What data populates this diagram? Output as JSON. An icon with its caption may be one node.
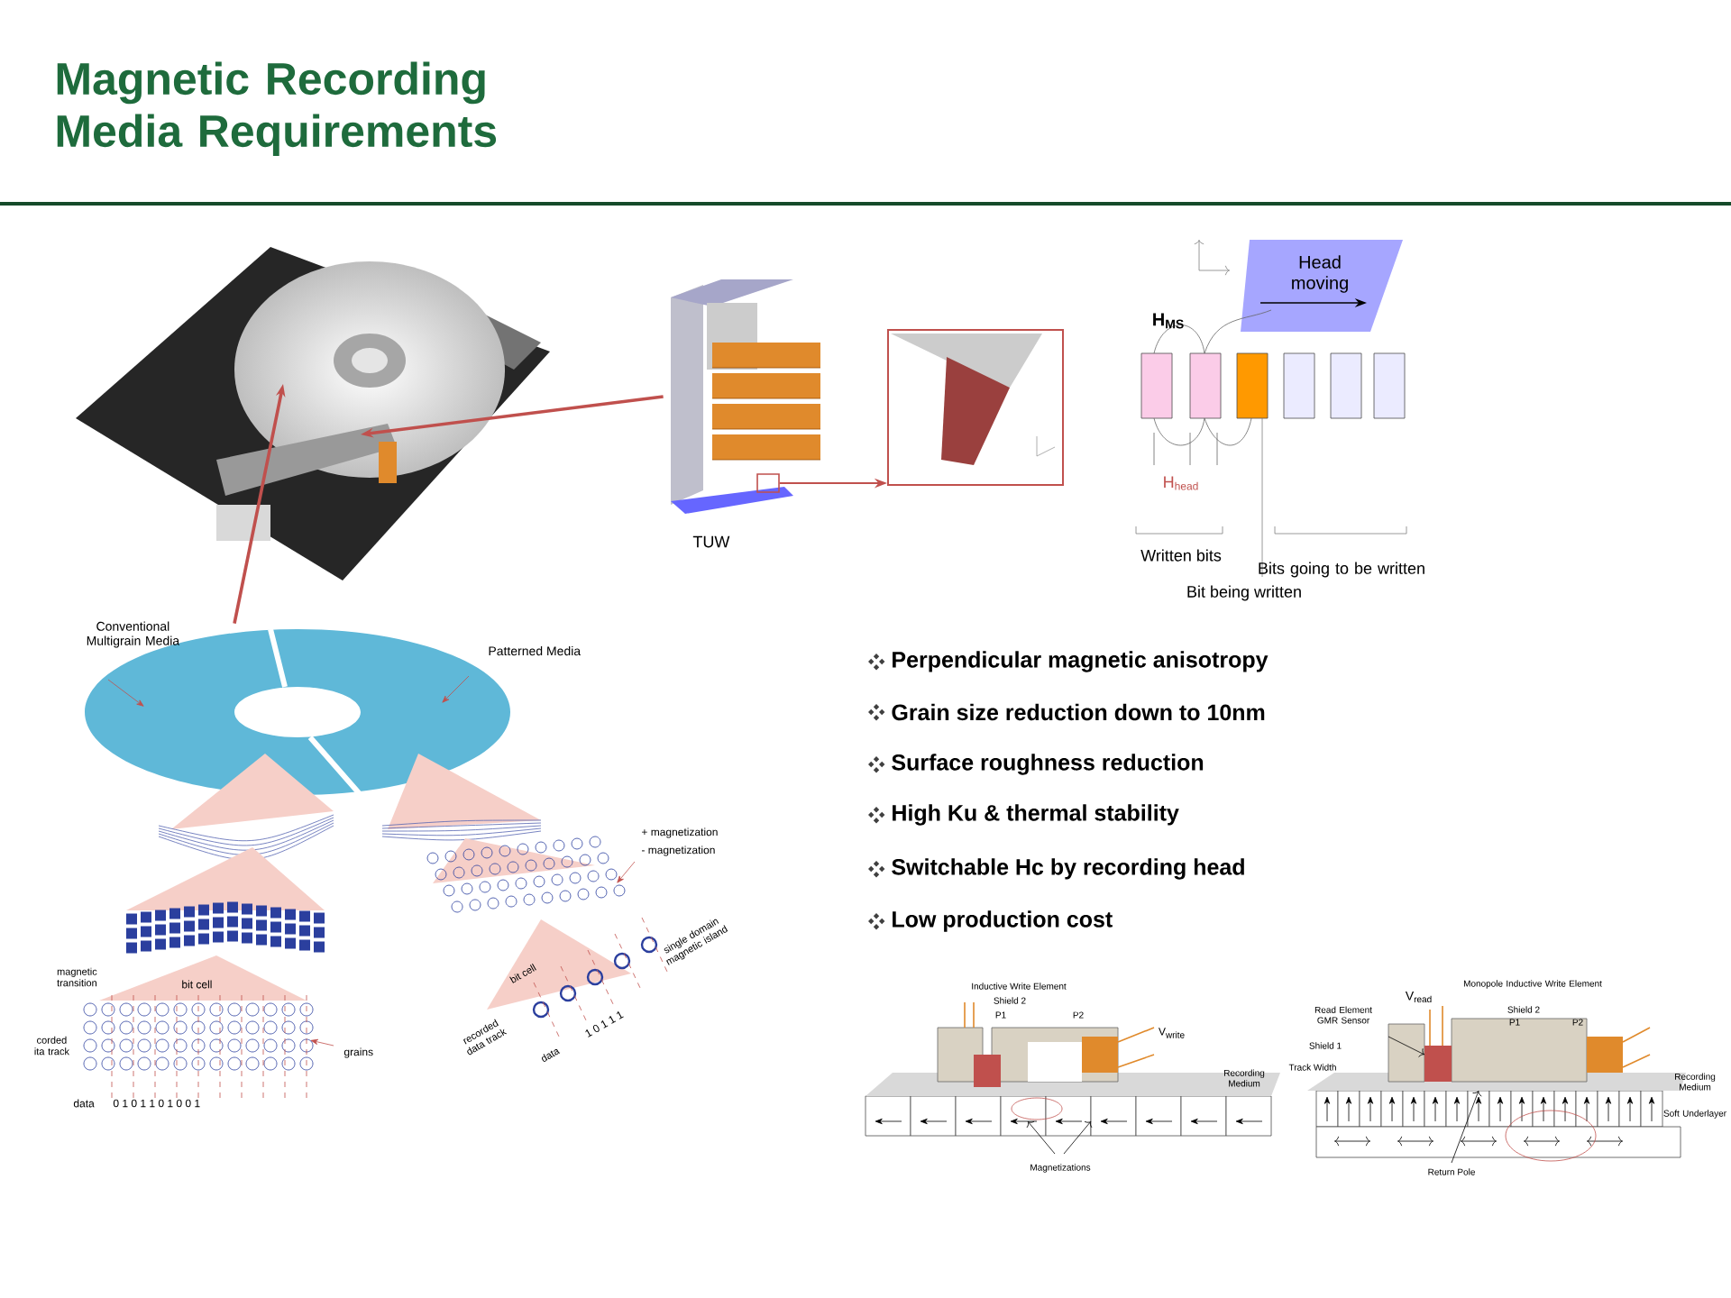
{
  "diagram": {
    "title": "Magnetic Recording Media Requirements",
    "nodes": [
      {
        "text": [],
        "shape": "picture"
      },
      {
        "text": [],
        "shape": "picture",
        "beside": [
          "TUW"
        ]
      },
      {
        "text": [],
        "shape": "box",
        "in": 1
      },
      {
        "text": [],
        "shape": "picture"
      },
      {
        "text": [],
        "shape": "picture"
      }
    ],
    "edges": [
      {
        "from": 1,
        "to": 0,
        "arrow": "to"
      },
      {
        "from": 4,
        "to": 0,
        "arrow": "to"
      },
      {
        "from": 2,
        "to": 3,
        "arrow": "to"
      }
    ],
    "labels": [
      "Head moving",
      "H$_{MS}$",
      "H$_{head}$",
      "Written bits",
      "Bits going to be written",
      "Bit being written",
      "Perpendicular magnetic anisotropy",
      "Grain size reduction down to 10nm",
      "Surface roughness reduction",
      "High Ku & thermal stability",
      "Switchable Hc by recording head",
      "Low  production cost",
      "Conventional Multigrain Media",
      "Patterned Media",
      "+ magnetization",
      "- magnetization",
      "magnetic transition",
      "bit cell",
      "corded ita track",
      "grains",
      "data",
      "0 1 0 1 1 0 1 0 0 1",
      "bit cell",
      "recorded data track",
      "data",
      "1 0 1 1 1",
      "single domain magnetic island",
      "Inductive Write Element",
      "Shield 2",
      "P1",
      "P2",
      "V$_{write}$",
      "Recording Medium",
      "Magnetizations",
      "Monopole Inductive Write Element",
      "V$_{read}$",
      "Shield 2",
      "P1",
      "P2",
      "Read Element GMR Sensor",
      "Shield 1",
      "Track Width",
      "Recording Medium",
      "Soft Underlayer",
      "Return Pole"
    ]
  }
}
